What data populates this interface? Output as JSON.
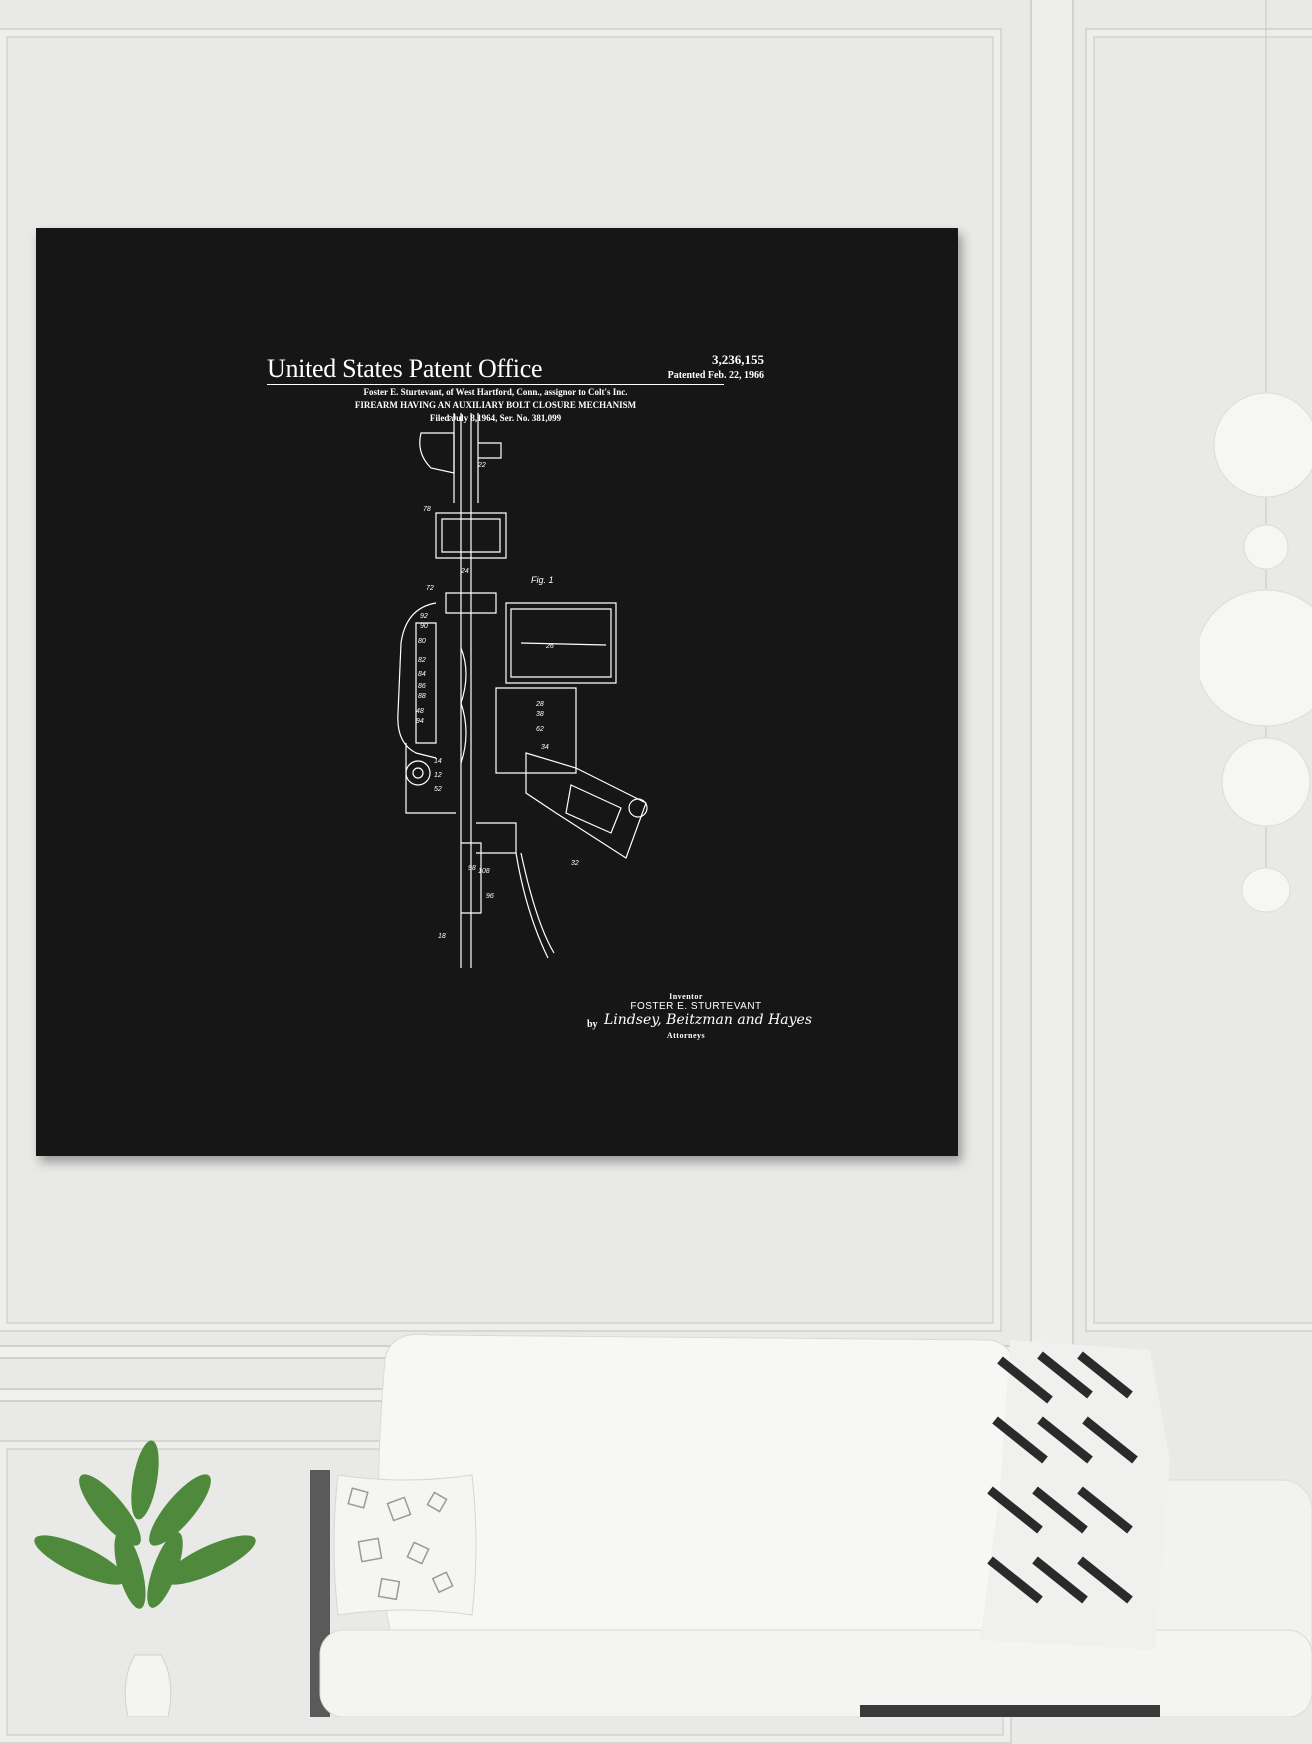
{
  "poster": {
    "title": "United States Patent Office",
    "patent_number": "3,236,155",
    "patent_date": "Patented Feb. 22, 1966",
    "line1": "Foster E. Sturtevant, of West Hartford, Conn., assignor to Colt's Inc.",
    "line2": "FIREARM HAVING AN AUXILIARY BOLT CLOSURE MECHANISM",
    "line3": "Filed July 8,1964, Ser. No. 381,099",
    "figure_label": "Fig. 1",
    "inventor_label": "Inventor",
    "inventor_name": "FOSTER E. STURTEVANT",
    "by_label": "by",
    "signature": "Lindsey, Beitzman and Hayes",
    "attorneys_label": "Attorneys",
    "part_numbers": [
      "20",
      "22",
      "78",
      "24",
      "72",
      "92",
      "90",
      "80",
      "82",
      "84",
      "86",
      "88",
      "48",
      "94",
      "14",
      "12",
      "52",
      "26",
      "28",
      "38",
      "62",
      "34",
      "32",
      "98",
      "108",
      "96",
      "18"
    ]
  },
  "colors": {
    "wall": "#e9e9e7",
    "poster_background": "#161616",
    "poster_ink": "#ffffff",
    "sofa": "#f4f4f2"
  }
}
